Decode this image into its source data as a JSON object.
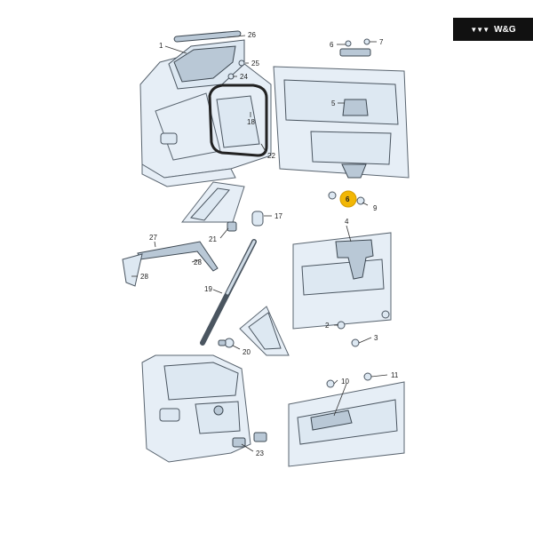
{
  "brand": {
    "name": "W&G",
    "mark": "▼▼▼",
    "bg_color": "#111111",
    "fg_color": "#ffffff"
  },
  "highlight_color": "#f2b705",
  "callouts": [
    {
      "id": "c1",
      "label": "1"
    },
    {
      "id": "c2",
      "label": "2"
    },
    {
      "id": "c3",
      "label": "3"
    },
    {
      "id": "c4",
      "label": "4"
    },
    {
      "id": "c5",
      "label": "5"
    },
    {
      "id": "c6",
      "label": "6",
      "highlighted": true
    },
    {
      "id": "c6b",
      "label": "6"
    },
    {
      "id": "c7",
      "label": "7"
    },
    {
      "id": "c9",
      "label": "9"
    },
    {
      "id": "c10",
      "label": "10"
    },
    {
      "id": "c11",
      "label": "11"
    },
    {
      "id": "c17",
      "label": "17"
    },
    {
      "id": "c18",
      "label": "18"
    },
    {
      "id": "c19",
      "label": "19"
    },
    {
      "id": "c20",
      "label": "20"
    },
    {
      "id": "c21",
      "label": "21"
    },
    {
      "id": "c22",
      "label": "22"
    },
    {
      "id": "c23",
      "label": "23"
    },
    {
      "id": "c24",
      "label": "24"
    },
    {
      "id": "c25",
      "label": "25"
    },
    {
      "id": "c26",
      "label": "26"
    },
    {
      "id": "c27",
      "label": "27"
    },
    {
      "id": "c28",
      "label": "28"
    }
  ]
}
